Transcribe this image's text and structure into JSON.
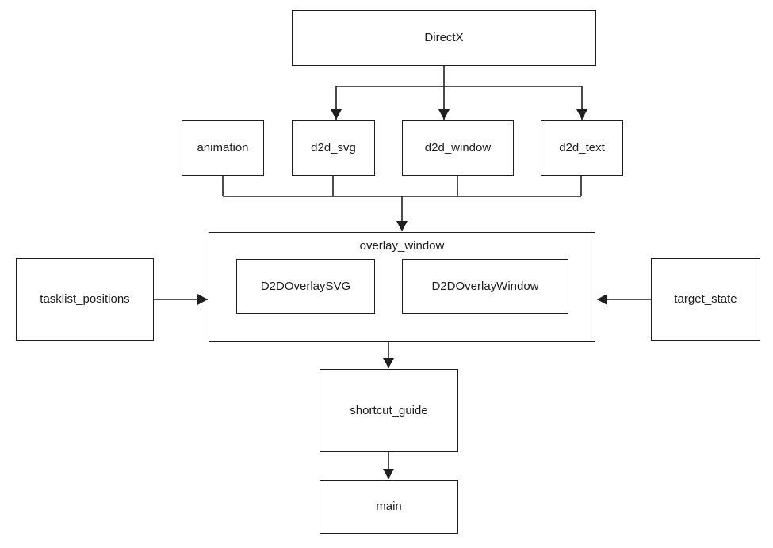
{
  "colors": {
    "background": "#ffffff",
    "line": "#1f1f1f",
    "box_fill": "#ffffff",
    "text": "#1c1c1c"
  },
  "nodes": {
    "directx": "DirectX",
    "animation": "animation",
    "d2d_svg": "d2d_svg",
    "d2d_window": "d2d_window",
    "d2d_text": "d2d_text",
    "overlay_window": "overlay_window",
    "d2d_overlay_svg": "D2DOverlaySVG",
    "d2d_overlay_window": "D2DOverlayWindow",
    "tasklist_positions": "tasklist_positions",
    "target_state": "target_state",
    "shortcut_guide": "shortcut_guide",
    "main": "main"
  },
  "edges": [
    {
      "from": "DirectX",
      "to": "d2d_svg",
      "style": "arrow"
    },
    {
      "from": "DirectX",
      "to": "d2d_window",
      "style": "arrow"
    },
    {
      "from": "DirectX",
      "to": "d2d_text",
      "style": "arrow"
    },
    {
      "from": "animation",
      "to": "overlay_window",
      "style": "merged-arrow"
    },
    {
      "from": "d2d_svg",
      "to": "overlay_window",
      "style": "merged-arrow"
    },
    {
      "from": "d2d_window",
      "to": "overlay_window",
      "style": "merged-arrow"
    },
    {
      "from": "d2d_text",
      "to": "overlay_window",
      "style": "merged-arrow"
    },
    {
      "from": "tasklist_positions",
      "to": "overlay_window",
      "style": "arrow"
    },
    {
      "from": "target_state",
      "to": "overlay_window",
      "style": "arrow"
    },
    {
      "from": "overlay_window",
      "to": "shortcut_guide",
      "style": "arrow"
    },
    {
      "from": "shortcut_guide",
      "to": "main",
      "style": "arrow"
    }
  ]
}
